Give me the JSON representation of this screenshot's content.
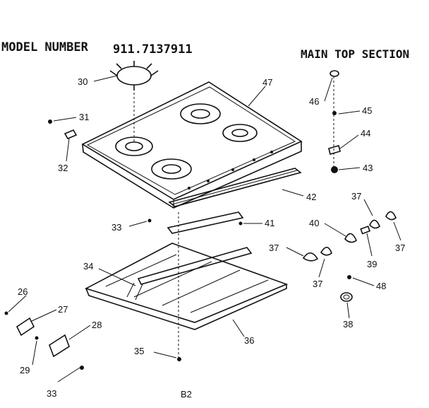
{
  "header": {
    "model_label": "MODEL NUMBER",
    "model_number": "911.7137911",
    "section_title": "MAIN TOP SECTION"
  },
  "parts": {
    "p30": "30",
    "p47": "47",
    "p31": "31",
    "p32": "32",
    "p46": "46",
    "p45": "45",
    "p44": "44",
    "p43": "43",
    "p42": "42",
    "p33a": "33",
    "p41": "41",
    "p37a": "37",
    "p40": "40",
    "p37b": "37",
    "p37c": "37",
    "p39": "39",
    "p37d": "37",
    "p34": "34",
    "p48": "48",
    "p26": "26",
    "p27": "27",
    "p28": "28",
    "p36": "36",
    "p38": "38",
    "p29": "29",
    "p35": "35",
    "p33b": "33"
  },
  "footer": {
    "page_code": "B2"
  }
}
